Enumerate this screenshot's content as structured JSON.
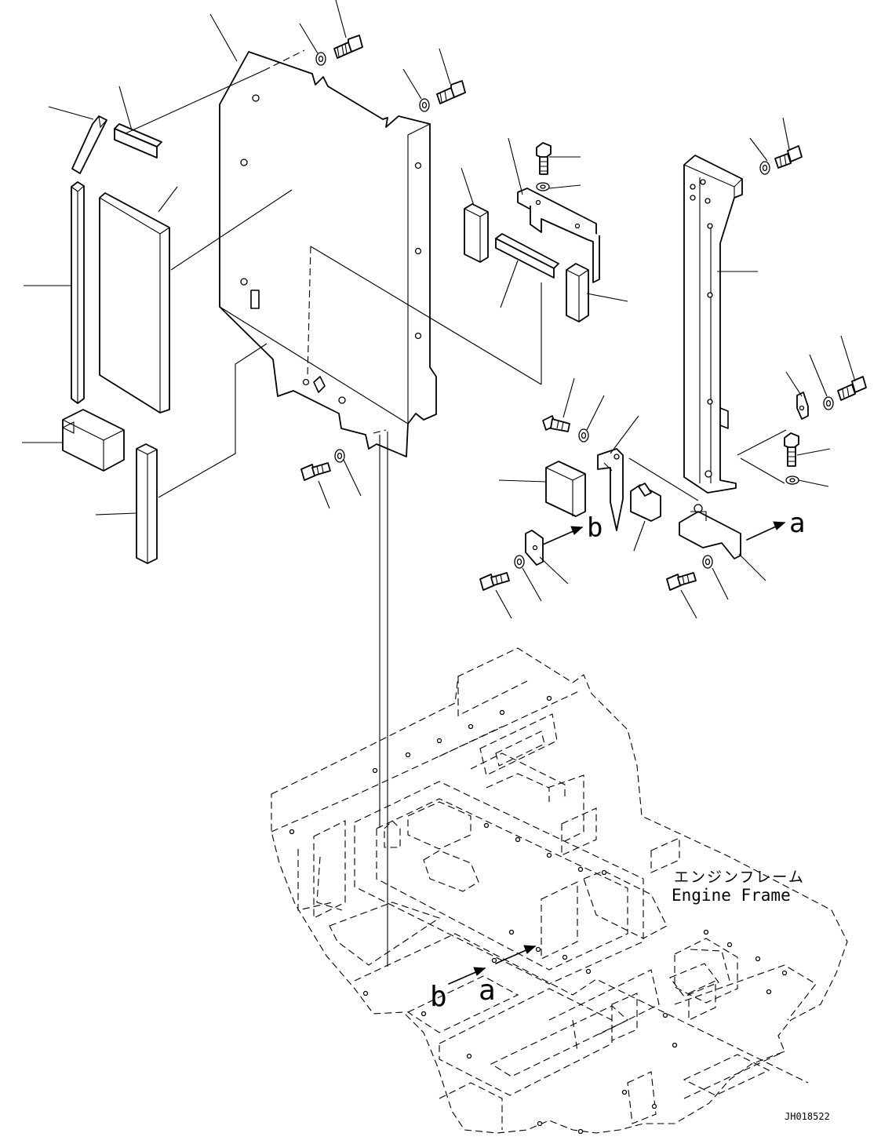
{
  "labels": {
    "frame_jp": "エンジンフレーム",
    "frame_en": "Engine Frame",
    "drawing_id": "JH018522",
    "arrow_a": "a",
    "arrow_b": "b"
  }
}
